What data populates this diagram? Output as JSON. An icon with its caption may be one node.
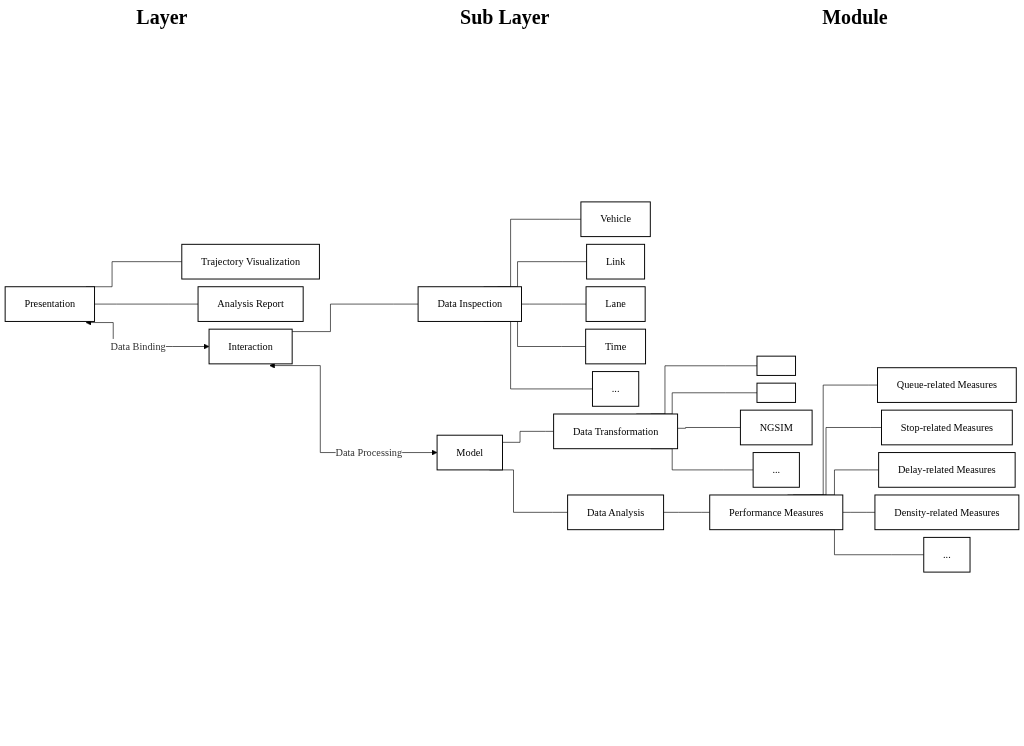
{
  "diagram": {
    "nodes": [
      {
        "text": [
          "Presentation"
        ]
      },
      {
        "text": [
          "Trajectory Visualization"
        ]
      },
      {
        "text": [
          "Analysis Report"
        ]
      },
      {
        "text": [
          "Interaction"
        ]
      },
      {
        "text": [
          "Data Inspection"
        ]
      },
      {
        "text": [
          "Vehicle"
        ]
      },
      {
        "text": [
          "Link"
        ]
      },
      {
        "text": [
          "Lane"
        ]
      },
      {
        "text": [
          "Time"
        ]
      },
      {
        "text": [
          "..."
        ]
      },
      {
        "text": [
          "Model"
        ]
      },
      {
        "text": [
          "Data Transformation"
        ]
      },
      {
        "text": [],
        "shape": "box"
      },
      {
        "text": [],
        "shape": "box"
      },
      {
        "text": [
          "NGSIM"
        ]
      },
      {
        "text": [
          "..."
        ]
      },
      {
        "text": [
          "Data Analysis"
        ]
      },
      {
        "text": [
          "Performance Measures"
        ]
      },
      {
        "text": [
          "Queue-related Measures"
        ]
      },
      {
        "text": [
          "Stop-related Measures"
        ]
      },
      {
        "text": [
          "Delay-related Measures"
        ]
      },
      {
        "text": [
          "Density-related Measures"
        ]
      },
      {
        "text": [
          "..."
        ]
      }
    ],
    "edges": [
      {
        "from": 0,
        "to": 1,
        "arrow": "none"
      },
      {
        "from": 0,
        "to": 2,
        "arrow": "none"
      },
      {
        "from": 0,
        "to": 3,
        "arrow": "both",
        "label": "Data Binding"
      },
      {
        "from": 3,
        "to": 4,
        "arrow": "none"
      },
      {
        "from": 4,
        "to": 5,
        "arrow": "none"
      },
      {
        "from": 4,
        "to": 6,
        "arrow": "none"
      },
      {
        "from": 4,
        "to": 7,
        "arrow": "none"
      },
      {
        "from": 4,
        "to": 8,
        "arrow": "none"
      },
      {
        "from": 4,
        "to": 9,
        "arrow": "none"
      },
      {
        "from": 3,
        "to": 10,
        "arrow": "both",
        "label": "Data Processing"
      },
      {
        "from": 10,
        "to": 11,
        "arrow": "none"
      },
      {
        "from": 10,
        "to": 16,
        "arrow": "none"
      },
      {
        "from": 11,
        "to": 12,
        "arrow": "none"
      },
      {
        "from": 11,
        "to": 13,
        "arrow": "none"
      },
      {
        "from": 11,
        "to": 14,
        "arrow": "none"
      },
      {
        "from": 11,
        "to": 15,
        "arrow": "none"
      },
      {
        "from": 16,
        "to": 17,
        "arrow": "none"
      },
      {
        "from": 17,
        "to": 18,
        "arrow": "none"
      },
      {
        "from": 17,
        "to": 19,
        "arrow": "none"
      },
      {
        "from": 17,
        "to": 20,
        "arrow": "none"
      },
      {
        "from": 17,
        "to": 21,
        "arrow": "none"
      },
      {
        "from": 17,
        "to": 22,
        "arrow": "none"
      }
    ],
    "labels": [
      "Layer",
      "Sub Layer",
      "Module"
    ]
  }
}
